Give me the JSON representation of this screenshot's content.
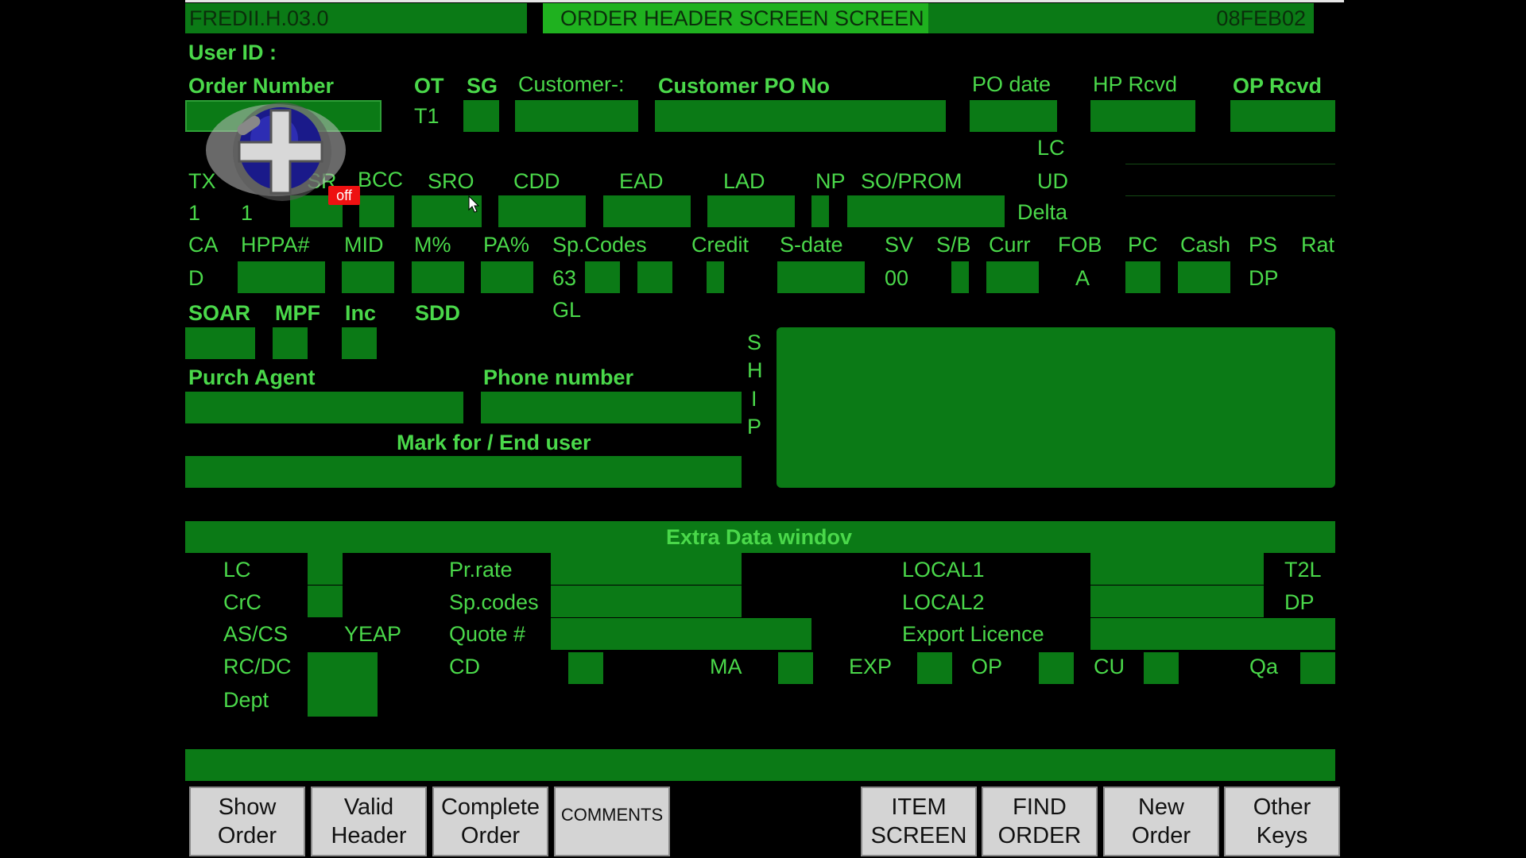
{
  "header": {
    "program_id": "FREDII.H.03.0",
    "title": "ORDER HEADER SCREEN SCREEN",
    "date": "08FEB02"
  },
  "user_id_label": "User ID :",
  "row1": {
    "order_number": "Order Number",
    "ot": "OT",
    "ot_value": "T1",
    "sg": "SG",
    "customer": "Customer-:",
    "customer_po": "Customer PO No",
    "po_date": "PO date",
    "hp_rcvd": "HP Rcvd",
    "op_rcvd": "OP Rcvd"
  },
  "side": {
    "lc": "LC",
    "ud": "UD",
    "delta": "Delta"
  },
  "row2": {
    "tx": "TX",
    "sr": "SR",
    "bcc": "BCC",
    "sro": "SRO",
    "cdd": "CDD",
    "ead": "EAD",
    "lad": "LAD",
    "np": "NP",
    "so_prom": "SO/PROM",
    "tx_value": "1",
    "second_value": "1"
  },
  "row3": {
    "ca": "CA",
    "hppa": "HPPA#",
    "mid": "MID",
    "m_pct": "M%",
    "pa_pct": "PA%",
    "sp_codes": "Sp.Codes",
    "credit": "Credit",
    "s_date": "S-date",
    "sv": "SV",
    "sb": "S/B",
    "curr": "Curr",
    "fob": "FOB",
    "pc": "PC",
    "cash": "Cash",
    "ps": "PS",
    "rat": "Rat",
    "ca_value": "D",
    "sp_codes_value": "63",
    "sv_value": "00",
    "fob_value": "A",
    "ps_value": "DP",
    "gl": "GL"
  },
  "row4": {
    "soar": "SOAR",
    "mpf": "MPF",
    "inc": "Inc",
    "sdd": "SDD"
  },
  "ship": {
    "s": "S",
    "h": "H",
    "i": "I",
    "p": "P"
  },
  "purch_agent": "Purch Agent",
  "phone_number": "Phone number",
  "mark_for": "Mark for / End user",
  "extra": {
    "title": "Extra Data windov",
    "lc": "LC",
    "crc": "CrC",
    "ascs": "AS/CS",
    "yeap": "YEAP",
    "rcdc": "RC/DC",
    "dept": "Dept",
    "prrate": "Pr.rate",
    "spcodes": "Sp.codes",
    "quote": "Quote #",
    "cd": "CD",
    "ma": "MA",
    "local1": "LOCAL1",
    "local2": "LOCAL2",
    "export": "Export Licence",
    "t2l": "T2L",
    "dp": "DP",
    "exp": "EXP",
    "op": "OP",
    "cu": "CU",
    "qa": "Qa"
  },
  "buttons": {
    "show_order": "Show\nOrder",
    "valid_header": "Valid\nHeader",
    "complete_order": "Complete\nOrder",
    "comments": "COMMENTS",
    "item_screen": "ITEM\nSCREEN",
    "find_order": "FIND\nORDER",
    "new_order": "New\nOrder",
    "other_keys": "Other\nKeys"
  },
  "overlay": {
    "off_badge": "off"
  },
  "colors": {
    "field": "#0b7a16",
    "label": "#4ad84a",
    "title_bar": "#1fb11f",
    "bg": "#000000"
  }
}
